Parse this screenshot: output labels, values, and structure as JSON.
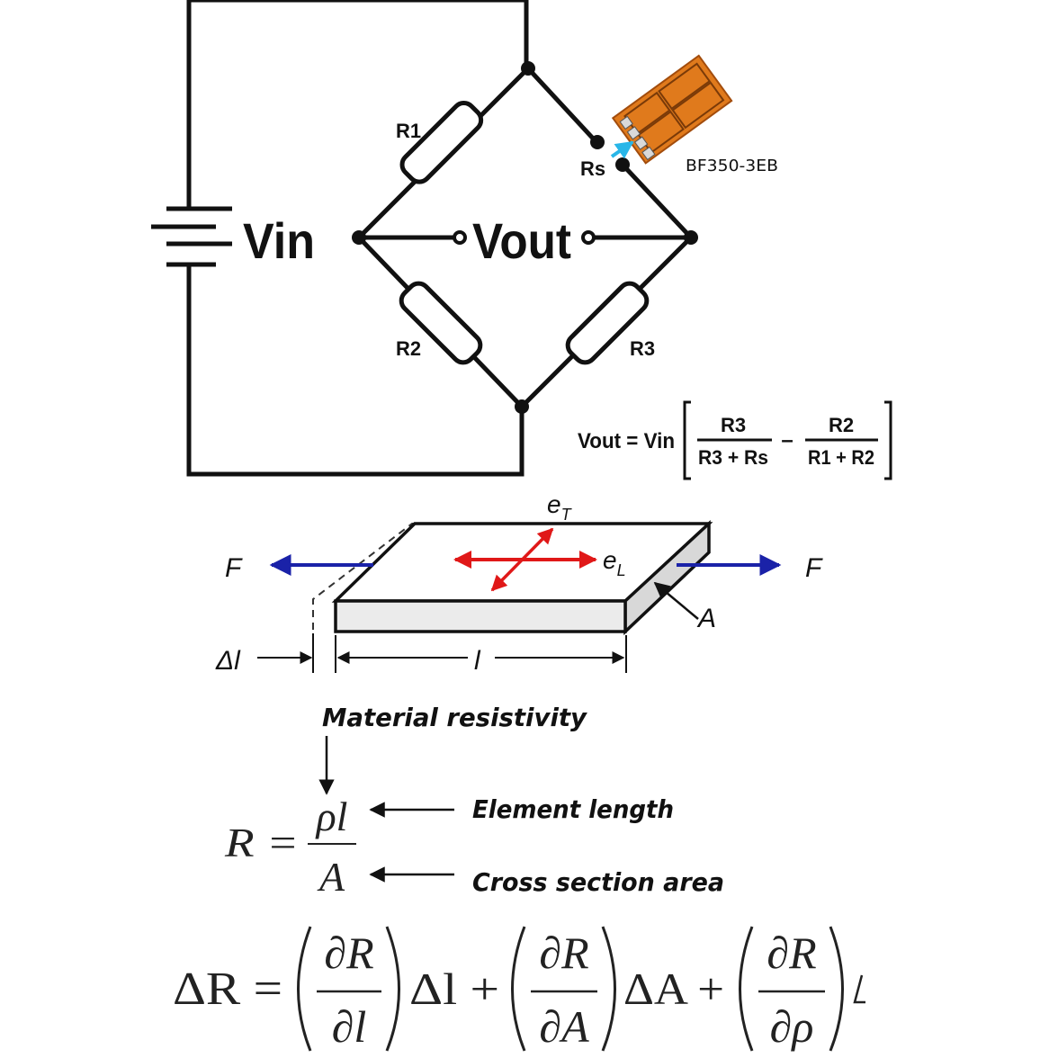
{
  "bridge": {
    "source_label": "Vin",
    "output_label": "Vout",
    "r1_label": "R1",
    "r2_label": "R2",
    "r3_label": "R3",
    "rs_label": "Rs",
    "sensor_label": "BF350-3EB",
    "formula": {
      "lhs": "Vout = Vin",
      "num1": "R3",
      "den1": "R3 + Rs",
      "minus": "–",
      "num2": "R2",
      "den2": "R1 + R2"
    }
  },
  "strain": {
    "force_left": "F",
    "force_right": "F",
    "transverse_label": "e",
    "transverse_sub": "T",
    "longitudinal_label": "e",
    "longitudinal_sub": "L",
    "area_label": "A",
    "delta_l_label": "Δl",
    "length_label": "l"
  },
  "resistance": {
    "resistivity_note": "Material resistivity",
    "length_note": "Element length",
    "area_note": "Cross section area",
    "r_symbol": "R =",
    "numerator": "ρl",
    "denominator": "A"
  },
  "differential": {
    "lhs": "ΔR =",
    "term1_num": "∂R",
    "term1_den": "∂l",
    "term1_mult": "Δl +",
    "term2_num": "∂R",
    "term2_den": "∂A",
    "term2_mult": "ΔA +",
    "term3_num": "∂R",
    "term3_den": "∂ρ"
  },
  "colors": {
    "wire": "#111111",
    "force_arrow": "#1a22a8",
    "strain_arrow": "#e01818",
    "indicator_arrow": "#29b6e8",
    "chip_body": "#e07a1c"
  }
}
